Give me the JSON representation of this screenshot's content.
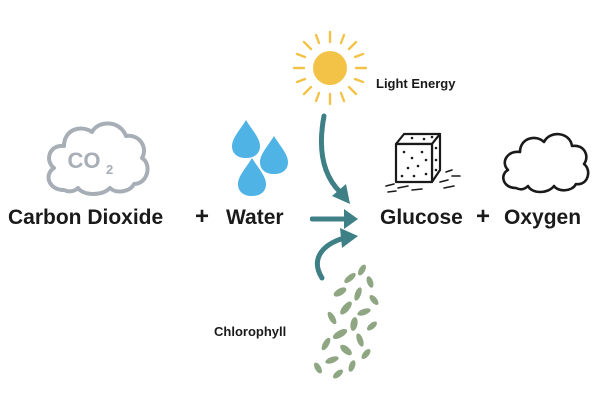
{
  "equation": {
    "reactant_1": "Carbon Dioxide",
    "plus_1": "+",
    "reactant_2": "Water",
    "product_1": "Glucose",
    "plus_2": "+",
    "product_2": "Oxygen"
  },
  "cloud_formula": {
    "main": "CO",
    "subscript": "2"
  },
  "inputs": {
    "energy_label": "Light Energy",
    "catalyst_label": "Chlorophyll"
  },
  "colors": {
    "arrow": "#3f7f86",
    "cloud_gray": "#a7aeb6",
    "water_blue": "#4fb3e6",
    "sun_yellow": "#f3c347",
    "leaf_green": "#8fa683",
    "text": "#1a1a1a"
  },
  "icons": [
    "co2-cloud-icon",
    "water-drops-icon",
    "sun-icon",
    "glucose-cube-icon",
    "oxygen-cloud-icon",
    "chlorophyll-leaves-icon"
  ]
}
